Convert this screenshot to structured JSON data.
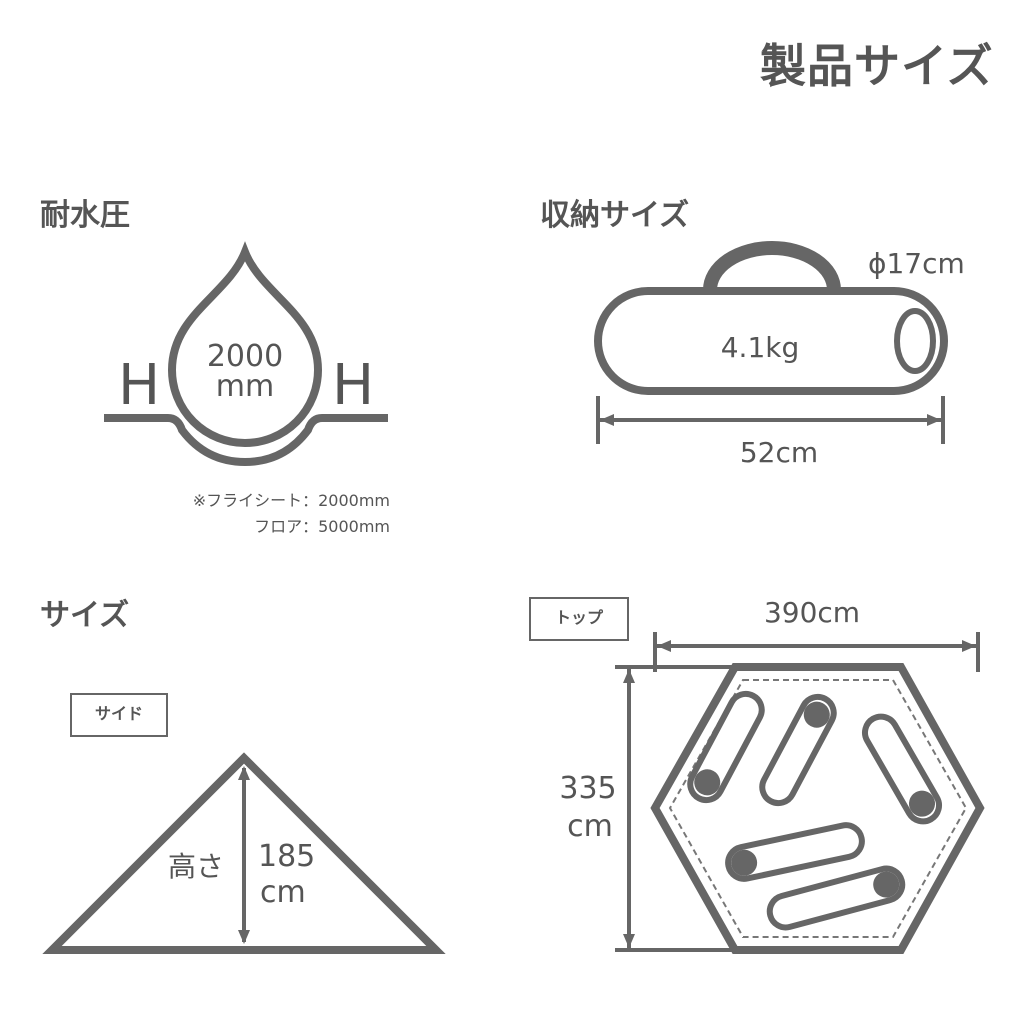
{
  "page_title": "製品サイズ",
  "water_pressure": {
    "title": "耐水圧",
    "left_letter": "H",
    "right_letter": "H",
    "value_line1": "2000",
    "value_line2": "mm",
    "note_line1": "※フライシート：2000mm",
    "note_line2": "フロア：5000mm"
  },
  "storage": {
    "title": "収納サイズ",
    "diameter": "ϕ17cm",
    "weight": "4.1kg",
    "length": "52cm"
  },
  "size": {
    "title": "サイズ",
    "side_label": "サイド",
    "height_label": "高さ",
    "height_value_line1": "185",
    "height_value_line2": "cm",
    "top_label": "トップ",
    "width_value": "390cm",
    "depth_value_line1": "335",
    "depth_value_line2": "cm"
  },
  "colors": {
    "line": "#666666",
    "text": "#555555",
    "background": "#ffffff"
  }
}
